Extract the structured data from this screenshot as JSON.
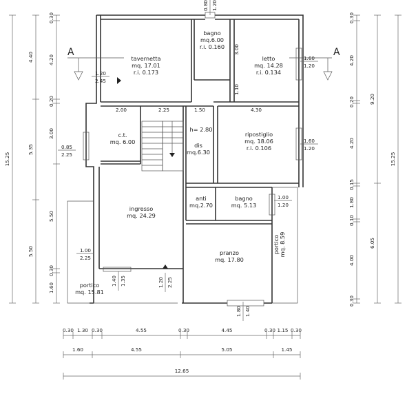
{
  "section_marker": {
    "letter": "A"
  },
  "rooms": [
    {
      "key": "tavernetta",
      "name": "tavernetta",
      "area": "mq. 17.01",
      "ri": "r.i. 0.173"
    },
    {
      "key": "bagno-top",
      "name": "bagno",
      "area": "mq.6.00",
      "ri": "r.i. 0.160"
    },
    {
      "key": "letto",
      "name": "letto",
      "area": "mq. 14.28",
      "ri": "r.i. 0.134"
    },
    {
      "key": "ct",
      "name": "c.t.",
      "area": "mq. 6.00",
      "ri": ""
    },
    {
      "key": "dis",
      "name": "dis",
      "area": "mq.6.30",
      "ri": ""
    },
    {
      "key": "h-label",
      "name": "h= 2.80",
      "area": "",
      "ri": ""
    },
    {
      "key": "ripostiglio",
      "name": "ripostiglio",
      "area": "mq. 18.06",
      "ri": "r.i. 0.106"
    },
    {
      "key": "anti",
      "name": "anti",
      "area": "mq.2.70",
      "ri": ""
    },
    {
      "key": "bagno-mid",
      "name": "bagno",
      "area": "mq. 5.13",
      "ri": ""
    },
    {
      "key": "ingresso",
      "name": "ingresso",
      "area": "mq. 24.29",
      "ri": ""
    },
    {
      "key": "pranzo",
      "name": "pranzo",
      "area": "mq. 17.80",
      "ri": ""
    },
    {
      "key": "portico-left",
      "name": "portico",
      "area": "mq. 15.81",
      "ri": ""
    },
    {
      "key": "portico-right",
      "name": "portico",
      "area": "mq. 8.59",
      "ri": ""
    }
  ],
  "openings": [
    {
      "key": "taverna-win",
      "top": "1.20",
      "bottom": "2.45"
    },
    {
      "key": "letto-win",
      "top": "1.60",
      "bottom": "1.20"
    },
    {
      "key": "ripost-win",
      "top": "1.60",
      "bottom": "1.20"
    },
    {
      "key": "ct-win",
      "top": "0.85",
      "bottom": "2.25"
    },
    {
      "key": "ingresso-win",
      "top": "1.00",
      "bottom": "2.25"
    },
    {
      "key": "bagno-win",
      "top": "1.00",
      "bottom": "1.20"
    },
    {
      "key": "portico-win",
      "top": "1.40",
      "bottom": "1.35"
    },
    {
      "key": "door-main",
      "top": "1.20",
      "bottom": "2.25"
    },
    {
      "key": "pranzo-win",
      "top": "1.80",
      "bottom": "1.40"
    },
    {
      "key": "top-win",
      "top": "0.80",
      "bottom": "1.20"
    }
  ],
  "interior_dims": [
    {
      "key": "d200",
      "text": "2.00"
    },
    {
      "key": "d225",
      "text": "2.25"
    },
    {
      "key": "d150",
      "text": "1.50"
    },
    {
      "key": "d430",
      "text": "4.30"
    },
    {
      "key": "d300",
      "text": "3.00"
    },
    {
      "key": "d110",
      "text": "1.10"
    }
  ],
  "dims_bottom_1": [
    "0.30",
    "1.30",
    "0.30",
    "4.55",
    "0.30",
    "4.45",
    "0.30",
    "1.15",
    "0.30"
  ],
  "dims_bottom_2": [
    "1.60",
    "4.55",
    "5.05",
    "1.45"
  ],
  "dims_bottom_3": [
    "12.65"
  ],
  "dims_left_outer": [
    "15.25"
  ],
  "dims_left_1": [
    "4.40",
    "5.35",
    "5.50"
  ],
  "dims_left_2": [
    "0.30",
    "4.20",
    "0.20",
    "3.00",
    "5.50",
    "0.30",
    "1.60"
  ],
  "dims_right_1": [
    "0.30",
    "4.20",
    "0.20",
    "4.20",
    "0.15",
    "1.80",
    "0.10",
    "4.00",
    "0.30"
  ],
  "dims_right_2": [
    "9.20",
    "6.05"
  ],
  "dims_right_outer": [
    "15.25"
  ]
}
